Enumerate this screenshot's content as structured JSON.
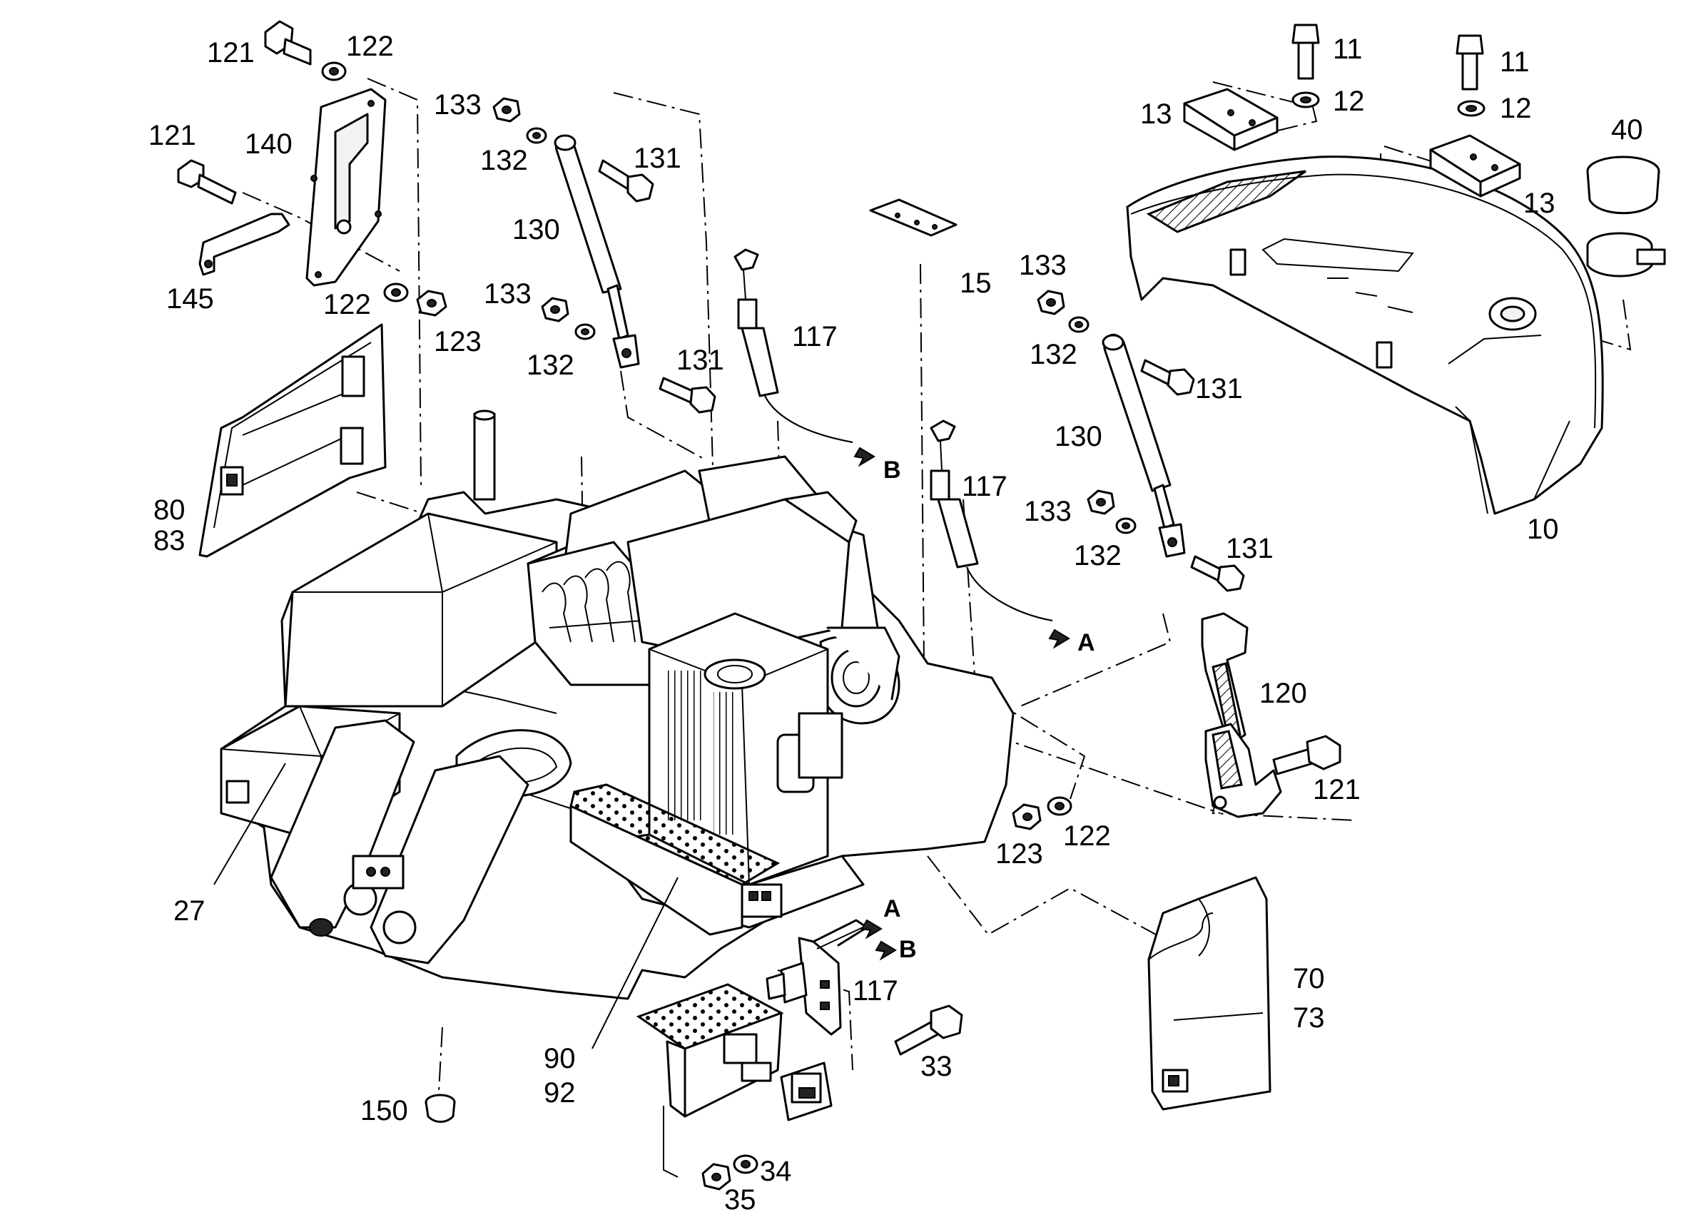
{
  "diagram": {
    "labels": {
      "l121a": "121",
      "l122a": "122",
      "l121b": "121",
      "l140": "140",
      "l145": "145",
      "l122b": "122",
      "l123a": "123",
      "l80": "80",
      "l83": "83",
      "l133a": "133",
      "l132a": "132",
      "l131a": "131",
      "l130a": "130",
      "l133b": "133",
      "l132b": "132",
      "l131b": "131",
      "l117a": "117",
      "l117b": "117",
      "l117c": "117",
      "l15": "15",
      "l133c": "133",
      "l132c": "132",
      "l131c": "131",
      "l130b": "130",
      "l133d": "133",
      "l132d": "132",
      "l131d": "131",
      "l11a": "11",
      "l12a": "12",
      "l13a": "13",
      "l11b": "11",
      "l12b": "12",
      "l13b": "13",
      "l40": "40",
      "l10": "10",
      "l120": "120",
      "l121c": "121",
      "l123b": "123",
      "l122c": "122",
      "l27": "27",
      "l90": "90",
      "l92": "92",
      "l150": "150",
      "l33": "33",
      "l34": "34",
      "l35": "35",
      "l70": "70",
      "l73": "73"
    },
    "arrows": {
      "b1": "B",
      "a1": "A",
      "a2": "A",
      "b2": "B"
    },
    "icons": [
      "bolt-icon",
      "washer-icon",
      "nut-icon",
      "gas-strut-icon",
      "cable-icon",
      "latch-icon",
      "cap-icon",
      "clamp-icon",
      "grommet-icon"
    ]
  }
}
